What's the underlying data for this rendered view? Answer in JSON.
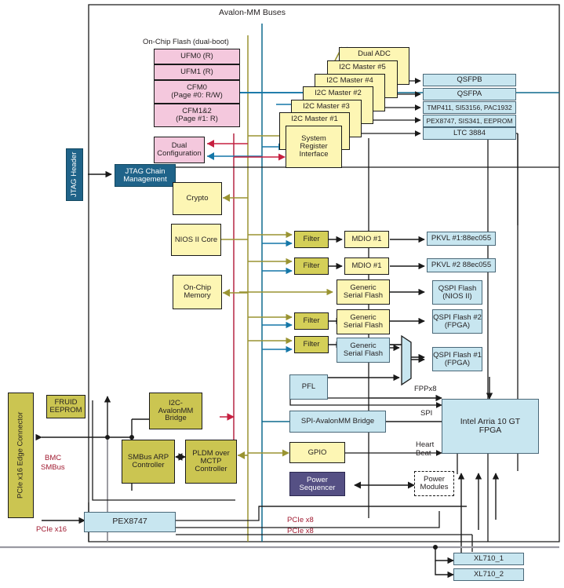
{
  "diagram": {
    "title": "Avalon-MM Buses",
    "onchip_flash_title": "On-Chip Flash (dual-boot)",
    "colors": {
      "yellow": "#fdf6b4",
      "olive": "#d4cf58",
      "pink": "#f4c8dd",
      "blue": "#c8e6f0",
      "dark_blue": "#1f6389",
      "purple": "#555084",
      "bus_olive": "#9a9432",
      "bus_teal": "#0e6a8e",
      "bus_red": "#b52643",
      "line_black": "#1a1a1a"
    }
  },
  "flash_blocks": [
    {
      "label": "UFM0 (R)"
    },
    {
      "label": "UFM1 (R)"
    },
    {
      "label": "CFM0\n(Page #0: R/W)"
    },
    {
      "label": "CFM1&2\n(Page #1: R)"
    }
  ],
  "flash": {
    "ufm0": "UFM0 (R)",
    "ufm1": "UFM1 (R)",
    "cfm0_l1": "CFM0",
    "cfm0_l2": "(Page #0: R/W)",
    "cfm12_l1": "CFM1&2",
    "cfm12_l2": "(Page #1: R)"
  },
  "dual_config": {
    "l1": "Dual",
    "l2": "Configuration"
  },
  "jtag": {
    "header": "JTAG Header",
    "chain_l1": "JTAG Chain",
    "chain_l2": "Management"
  },
  "core_blocks": {
    "crypto": "Crypto",
    "nios": "NIOS II Core",
    "mem_l1": "On-Chip",
    "mem_l2": "Memory"
  },
  "stack": {
    "dual_adc": "Dual ADC",
    "i2c5": "I2C Master #5",
    "i2c4": "I2C Master #4",
    "i2c2": "I2C Master #2",
    "i2c3": "I2C Master #3",
    "i2c1": "I2C Master #1",
    "sri_l1": "System",
    "sri_l2": "Register",
    "sri_l3": "Interface"
  },
  "peripherals": [
    {
      "label": "QSFPB"
    },
    {
      "label": "QSFPA"
    },
    {
      "label": "TMP411, SI53156, PAC1932"
    },
    {
      "label": "PEX8747, SIS341, EEPROM"
    },
    {
      "label": "LTC 3884"
    }
  ],
  "periph": {
    "qsfpb": "QSFPB",
    "qsfpa": "QSFPA",
    "tmp": "TMP411, SI53156, PAC1932",
    "pex": "PEX8747, SIS341, EEPROM",
    "ltc": "LTC 3884"
  },
  "filters": {
    "f1": "Filter",
    "f2": "Filter",
    "f3": "Filter",
    "f4": "Filter"
  },
  "mdio": {
    "m1": "MDIO #1",
    "m2": "MDIO #1"
  },
  "pkvl": {
    "p1": "PKVL #1:88ec055",
    "p2": "PKVL #2 88ec055"
  },
  "serial_flash": {
    "sf1_l1": "Generic",
    "sf1_l2": "Serial Flash",
    "sf2_l1": "Generic",
    "sf2_l2": "Serial Flash",
    "sf3_l1": "Generic",
    "sf3_l2": "Serial Flash"
  },
  "qspi": {
    "q_nios_l1": "QSPI Flash",
    "q_nios_l2": "(NIOS II)",
    "q2_l1": "QSPI Flash #2",
    "q2_l2": "(FPGA)",
    "q1_l1": "QSPI Flash #1",
    "q1_l2": "(FPGA)"
  },
  "bridges": {
    "pfl": "PFL",
    "spi_bridge": "SPI-AvalonMM Bridge",
    "gpio": "GPIO",
    "power_seq_l1": "Power",
    "power_seq_l2": "Sequencer",
    "i2c_bridge_l1": "I2C-",
    "i2c_bridge_l2": "AvalonMM",
    "i2c_bridge_l3": "Bridge",
    "smbus_arp_l1": "SMBus ARP",
    "smbus_arp_l2": "Controller",
    "pldm_l1": "PLDM over",
    "pldm_l2": "MCTP",
    "pldm_l3": "Controller"
  },
  "left": {
    "edge_connector": "PCIe x16 Edge Connector",
    "fruid_l1": "FRUID",
    "fruid_l2": "EEPROM",
    "bmc_l1": "BMC",
    "bmc_l2": "SMBus",
    "pcie_x16": "PCIe x16"
  },
  "fpga": {
    "l1": "Intel Arria 10 GT",
    "l2": "FPGA",
    "fpp": "FPPx8",
    "spi": "SPI",
    "heart": "Heart",
    "beat": "Beat",
    "power_mod_l1": "Power",
    "power_mod_l2": "Modules"
  },
  "bottom": {
    "pex8747": "PEX8747",
    "pcie_x8_a": "PCIe x8",
    "pcie_x8_b": "PCIe x8",
    "xl710_1": "XL710_1",
    "xl710_2": "XL710_2"
  }
}
